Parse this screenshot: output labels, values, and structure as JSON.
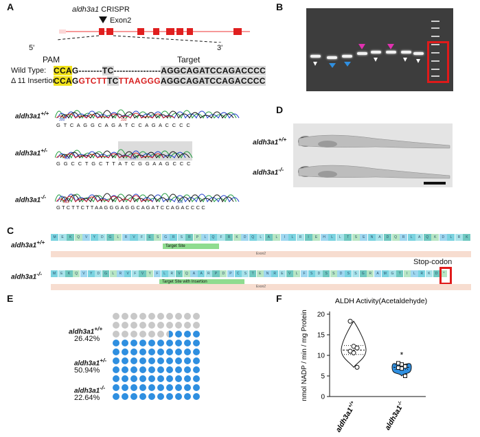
{
  "panels": {
    "A": "A",
    "B": "B",
    "C": "C",
    "D": "D",
    "E": "E",
    "F": "F"
  },
  "panelA": {
    "crispr_gene": "aldh3a1",
    "crispr_suffix": " CRISPR",
    "exon_label": "Exon2",
    "five_prime": "5'",
    "three_prime": "3'",
    "pam_label": "PAM",
    "target_label": "Target",
    "wt_label": "Wild Type:",
    "ins_label": "Δ 11 Insertion:",
    "wt_seq": {
      "pam": "CCA",
      "g1": "G--------",
      "tc": "TC",
      "dashes": "----------------",
      "target": "AGGCAGATCCAGACCCC"
    },
    "ins_seq": {
      "pam": "CCA",
      "g1": "G",
      "ins1": "GTCTT",
      "tc": "TC",
      "ins2": "TTAAGGG",
      "target": "AGGCAGATCCAGACCCC"
    },
    "chromatograms": [
      {
        "geno": "aldh3a1",
        "sup": "+/+",
        "bases": "G T C A G G C A G A T C C A G A C C C C",
        "pos1": "300",
        "pos2": "310"
      },
      {
        "geno": "aldh3a1",
        "sup": "+/-",
        "bases": "G G C C T G C T T A T C G G A A G C C C",
        "pos1": "300",
        "pos2": "310"
      },
      {
        "geno": "aldh3a1",
        "sup": "-/-",
        "bases": "G T C T T C T T A A G G G A G G C A G A T C C A G A C C C C",
        "pos1": "310",
        "pos2": "320"
      }
    ]
  },
  "panelB": {
    "arrow_colors": {
      "white": "#ffffff",
      "blue": "#2f8fe0",
      "magenta": "#e030b0"
    }
  },
  "panelC": {
    "wt_label_gene": "aldh3a1",
    "wt_sup": "+/+",
    "ko_label_gene": "aldh3a1",
    "ko_sup": "-/-",
    "target_site": "Target Site",
    "target_site_ins": "Target Site with Insertion",
    "exon_label": "Exon2",
    "stop_label": "Stop-codon",
    "wt_aa": [
      "M",
      "E",
      "K",
      "Q",
      "V",
      "Y",
      "D",
      "G",
      "L",
      "R",
      "V",
      "F",
      "E",
      "S",
      "G",
      "R",
      "S",
      "R",
      "P",
      "L",
      "Q",
      "F",
      "R",
      "K",
      "D",
      "Q",
      "L",
      "A",
      "L",
      "I",
      "L",
      "R",
      "I",
      "E",
      "H",
      "L",
      "L",
      "T",
      "S",
      "E",
      "N",
      "A",
      "D",
      "Q",
      "R",
      "L",
      "A",
      "Q",
      "K",
      "D",
      "L",
      "R",
      "K"
    ],
    "ko_aa": [
      "M",
      "E",
      "K",
      "Q",
      "V",
      "Y",
      "D",
      "G",
      "L",
      "R",
      "V",
      "F",
      "V",
      "Y",
      "F",
      "L",
      "R",
      "V",
      "Q",
      "A",
      "A",
      "R",
      "P",
      "D",
      "P",
      "C",
      "S",
      "T",
      "E",
      "N",
      "R",
      "E",
      "V",
      "L",
      "F",
      "S",
      "D",
      "S",
      "S",
      "D",
      "S",
      "S",
      "G",
      "R",
      "A",
      "M",
      "G",
      "T",
      "I",
      "L",
      "R",
      "K",
      "D",
      "*"
    ]
  },
  "panelD": {
    "wt_gene": "aldh3a1",
    "wt_sup": "+/+",
    "ko_gene": "aldh3a1",
    "ko_sup": "-/-"
  },
  "panelE": {
    "rows": [
      {
        "gene": "aldh3a1",
        "sup": "+/+",
        "pct": "26.42%"
      },
      {
        "gene": "aldh3a1",
        "sup": "+/-",
        "pct": "50.94%"
      },
      {
        "gene": "aldh3a1",
        "sup": "-/-",
        "pct": "22.64%"
      }
    ],
    "colors": {
      "wt": "#c8c8c8",
      "other": "#2f8fe0"
    },
    "waffle_gray_cells": 26.42
  },
  "chart_data": {
    "type": "violin",
    "title": "ALDH Activity(Acetaldehyde)",
    "ylabel": "nmol NADP / min / mg Protein",
    "ylim": [
      0,
      20
    ],
    "yticks": [
      "0",
      "5",
      "10",
      "15",
      "20"
    ],
    "significance": "*",
    "categories": [
      "aldh3a1+/+",
      "aldh3a1-/-"
    ],
    "category_labels": [
      {
        "gene": "aldh3a1",
        "sup": "+/+"
      },
      {
        "gene": "aldh3a1",
        "sup": "-/-"
      }
    ],
    "series": [
      {
        "values": [
          18.3,
          12.2,
          11.8,
          11.0,
          10.6,
          7.1
        ],
        "median": 11.3,
        "q1": 10.2,
        "q3": 12.4,
        "color": "#ffffff"
      },
      {
        "values": [
          8.1,
          7.8,
          7.3,
          7.0,
          6.8,
          5.0
        ],
        "median": 7.1,
        "q1": 6.6,
        "q3": 7.7,
        "color": "#2f8fe0"
      }
    ]
  }
}
